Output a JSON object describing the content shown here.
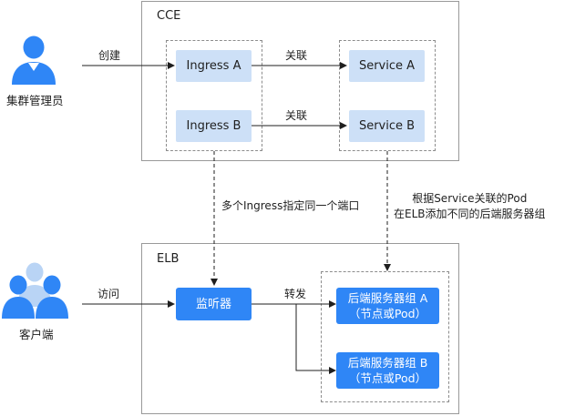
{
  "cce": {
    "title": "CCE",
    "ingress_a": "Ingress A",
    "ingress_b": "Ingress B",
    "service_a": "Service A",
    "service_b": "Service B",
    "link_a": "关联",
    "link_b": "关联"
  },
  "admin": {
    "label": "集群管理员",
    "action": "创建"
  },
  "client": {
    "label": "客户端",
    "action": "访问"
  },
  "elb": {
    "title": "ELB",
    "listener": "监听器",
    "forward": "转发",
    "group_a_line1": "后端服务器组 A",
    "group_a_line2": "（节点或Pod）",
    "group_b_line1": "后端服务器组 B",
    "group_b_line2": "（节点或Pod）"
  },
  "notes": {
    "ingress_port": "多个Ingress指定同一个端口",
    "service_line1": "根据Service关联的Pod",
    "service_line2": "在ELB添加不同的后端服务器组"
  },
  "colors": {
    "icon_blue": "#2f86f6",
    "icon_light": "#b9d4f5",
    "light_box": "#cde0f7",
    "dark_box": "#2f86f6"
  }
}
